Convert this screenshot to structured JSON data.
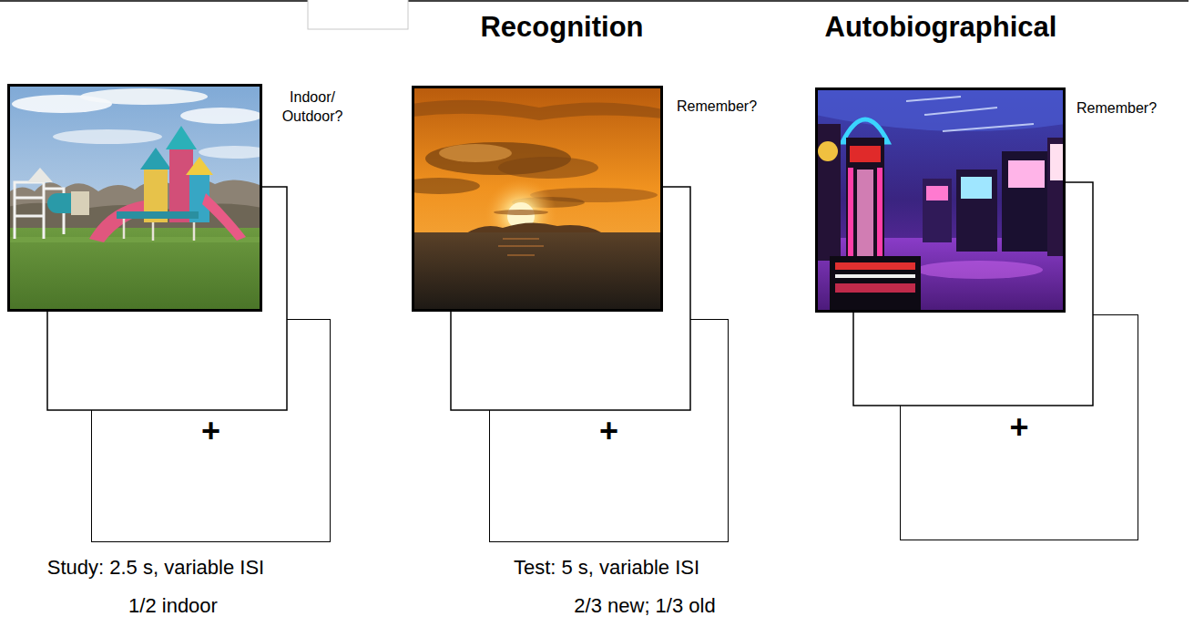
{
  "diagram": {
    "nodes": [
      {
        "text": [
          "Indoor/ Outdoor?"
        ]
      },
      {
        "text": [
          "+"
        ]
      },
      {
        "text": [
          "Remember?"
        ]
      },
      {
        "text": [
          "+"
        ]
      },
      {
        "text": [
          "Remember?"
        ]
      },
      {
        "text": [
          "+"
        ]
      }
    ],
    "labels": [
      "Recognition",
      "Autobiographical",
      "Study: 2.5 s, variable ISI",
      "1/2 indoor",
      "Test: 5 s, variable ISI",
      "2/3 new; 1/3 old"
    ]
  }
}
